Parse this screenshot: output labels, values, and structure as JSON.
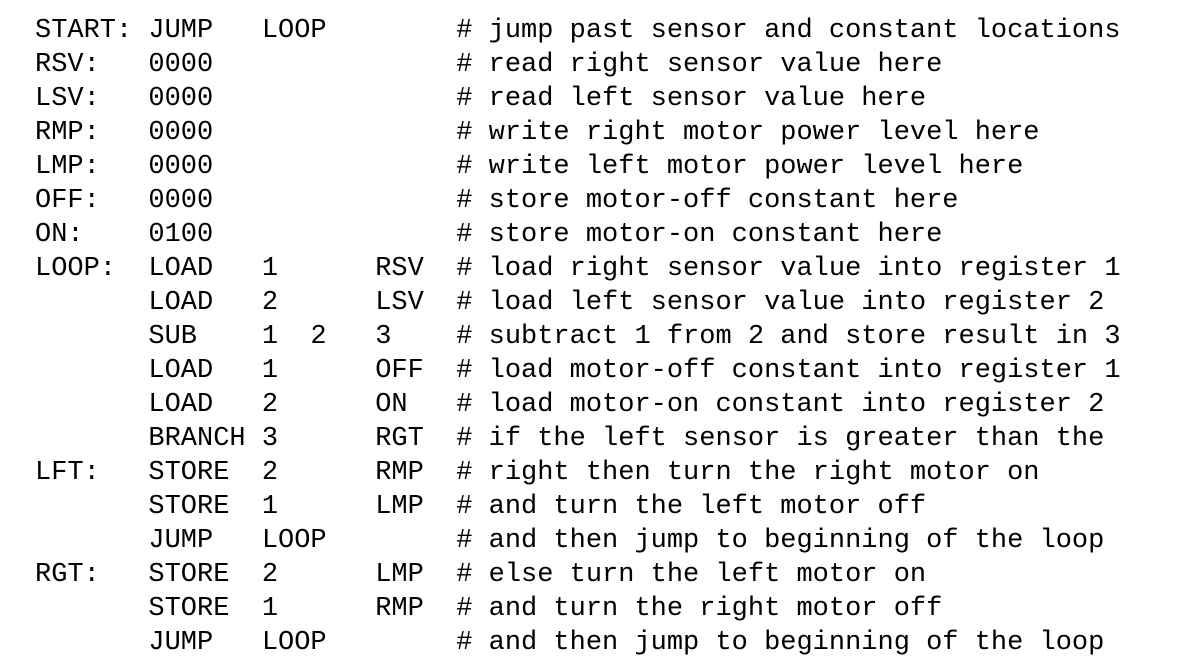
{
  "colors": {
    "background": "#ffffff",
    "text": "#000000"
  },
  "program": {
    "lines": [
      {
        "label": "START:",
        "opcode": "JUMP",
        "operands": "LOOP",
        "address": "",
        "comment": "# jump past sensor and constant locations"
      },
      {
        "label": "RSV:",
        "opcode": "0000",
        "operands": "",
        "address": "",
        "comment": "# read right sensor value here"
      },
      {
        "label": "LSV:",
        "opcode": "0000",
        "operands": "",
        "address": "",
        "comment": "# read left sensor value here"
      },
      {
        "label": "RMP:",
        "opcode": "0000",
        "operands": "",
        "address": "",
        "comment": "# write right motor power level here"
      },
      {
        "label": "LMP:",
        "opcode": "0000",
        "operands": "",
        "address": "",
        "comment": "# write left motor power level here"
      },
      {
        "label": "OFF:",
        "opcode": "0000",
        "operands": "",
        "address": "",
        "comment": "# store motor-off constant here"
      },
      {
        "label": "ON:",
        "opcode": "0100",
        "operands": "",
        "address": "",
        "comment": "# store motor-on constant here"
      },
      {
        "label": "LOOP:",
        "opcode": "LOAD",
        "operands": "1",
        "address": "RSV",
        "comment": "# load right sensor value into register 1"
      },
      {
        "label": "",
        "opcode": "LOAD",
        "operands": "2",
        "address": "LSV",
        "comment": "# load left sensor value into register 2"
      },
      {
        "label": "",
        "opcode": "SUB",
        "operands": "1  2",
        "address": "3",
        "comment": "# subtract 1 from 2 and store result in 3"
      },
      {
        "label": "",
        "opcode": "LOAD",
        "operands": "1",
        "address": "OFF",
        "comment": "# load motor-off constant into register 1"
      },
      {
        "label": "",
        "opcode": "LOAD",
        "operands": "2",
        "address": "ON",
        "comment": "# load motor-on constant into register 2"
      },
      {
        "label": "",
        "opcode": "BRANCH",
        "operands": "3",
        "address": "RGT",
        "comment": "# if the left sensor is greater than the"
      },
      {
        "label": "LFT:",
        "opcode": "STORE",
        "operands": "2",
        "address": "RMP",
        "comment": "# right then turn the right motor on"
      },
      {
        "label": "",
        "opcode": "STORE",
        "operands": "1",
        "address": "LMP",
        "comment": "# and turn the left motor off"
      },
      {
        "label": "",
        "opcode": "JUMP",
        "operands": "LOOP",
        "address": "",
        "comment": "# and then jump to beginning of the loop"
      },
      {
        "label": "RGT:",
        "opcode": "STORE",
        "operands": "2",
        "address": "LMP",
        "comment": "# else turn the left motor on"
      },
      {
        "label": "",
        "opcode": "STORE",
        "operands": "1",
        "address": "RMP",
        "comment": "# and turn the right motor off"
      },
      {
        "label": "",
        "opcode": "JUMP",
        "operands": "LOOP",
        "address": "",
        "comment": "# and then jump to beginning of the loop"
      }
    ]
  }
}
